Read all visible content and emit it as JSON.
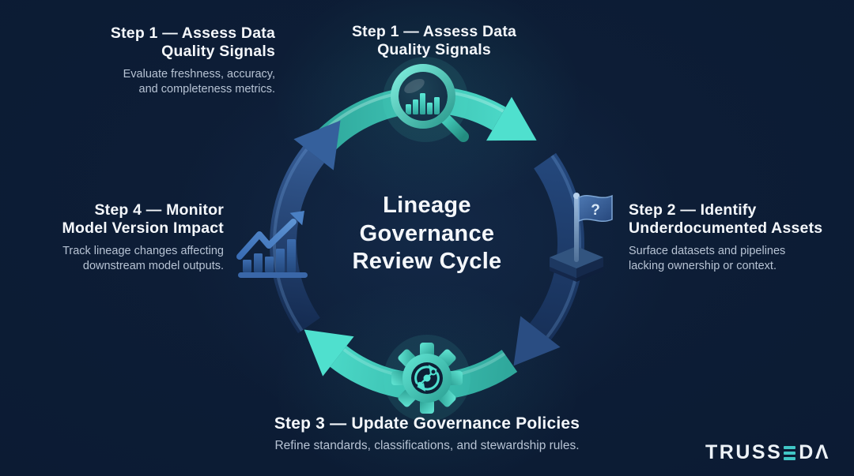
{
  "colors": {
    "background": "#0e1f38",
    "background_deep": "#0a1830",
    "teal": "#2fa89c",
    "teal_light": "#4fe0ce",
    "teal_deep": "#1f7f78",
    "blue": "#24477b",
    "blue_light": "#3a639f",
    "blue_deep": "#152c52",
    "heading_text": "#f4f7fb",
    "body_text": "#b7c3d4",
    "brand_text": "#edf2f7",
    "brand_accent": "#41c6c6"
  },
  "center_title": "Lineage\nGovernance\nReview Cycle",
  "labels": {
    "step1_side": {
      "heading": "Step 1 — Assess Data\nQuality Signals",
      "description": "Evaluate freshness, accuracy,\nand completeness metrics."
    },
    "step1_top": {
      "heading": "Step 1 — Assess Data\nQuality Signals"
    },
    "step2": {
      "heading": "Step 2 — Identify\nUnderdocumented Assets",
      "description": "Surface datasets and pipelines\nlacking ownership or context."
    },
    "step3": {
      "heading": "Step 3 — Update Governance Policies",
      "description": "Refine standards, classifications, and stewardship rules."
    },
    "step4": {
      "heading": "Step 4 — Monitor\nModel Version Impact",
      "description": "Track lineage changes affecting\ndownstream model outputs."
    }
  },
  "icons": {
    "top": "magnifier-bar-chart",
    "right": "question-flag-on-base",
    "bottom": "gear-with-sync-arrows",
    "left": "rising-bar-chart-arrow"
  },
  "flag_glyph": "?",
  "brand": {
    "name": "TRUSSEDA",
    "prefix": "TRUSS",
    "suffix": "DΛ"
  }
}
